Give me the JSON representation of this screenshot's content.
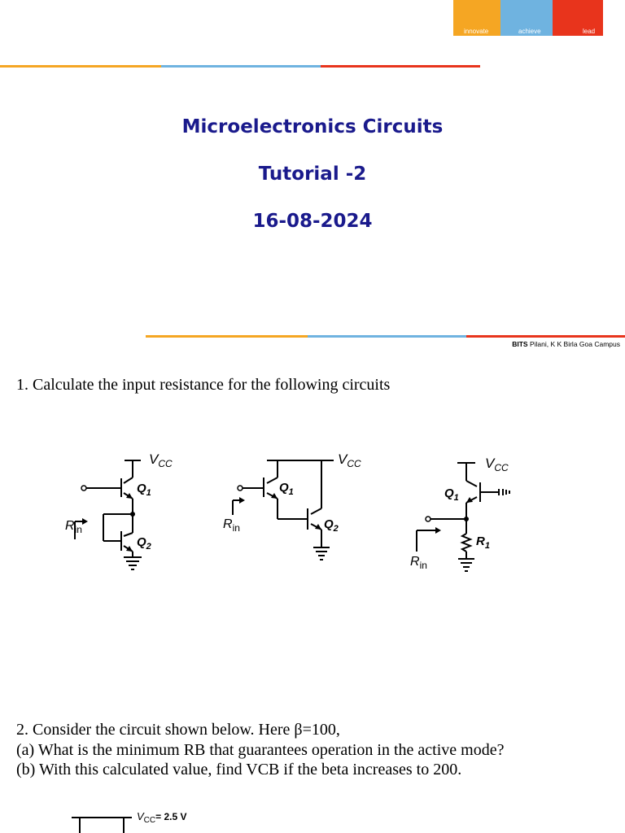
{
  "header": {
    "logo": {
      "segments": [
        {
          "label": "innovate",
          "color": "#f5a623"
        },
        {
          "label": "achieve",
          "color": "#6fb3e0"
        },
        {
          "label": "lead",
          "color": "#e8341c"
        }
      ]
    },
    "rule_colors": [
      "#f5a623",
      "#6fb3e0",
      "#e8341c"
    ]
  },
  "title": {
    "course": "Microelectronics Circuits",
    "tutorial": "Tutorial -2",
    "date": "16-08-2024",
    "color": "#1a1a8c"
  },
  "footer": {
    "campus_bold": "BITS",
    "campus_rest": " Pilani, K K Birla Goa Campus"
  },
  "questions": [
    {
      "text": "1. Calculate the input resistance for the following circuits",
      "circuits": [
        {
          "vcc": "V",
          "vcc_sub": "CC",
          "q1": "Q",
          "q1_sub": "1",
          "q2": "Q",
          "q2_sub": "2",
          "rin": "R",
          "rin_sub": "in"
        },
        {
          "vcc": "V",
          "vcc_sub": "CC",
          "q1": "Q",
          "q1_sub": "1",
          "q2": "Q",
          "q2_sub": "2",
          "rin": "R",
          "rin_sub": "in"
        },
        {
          "vcc": "V",
          "vcc_sub": "CC",
          "q1": "Q",
          "q1_sub": "1",
          "r1": "R",
          "r1_sub": "1",
          "rin": "R",
          "rin_sub": "in"
        }
      ]
    },
    {
      "intro": "2. Consider the circuit shown below. Here β=100,",
      "parts": [
        "(a)  What is the minimum RB that guarantees operation in the active mode?",
        "(b)  With this calculated value, find VCB if the beta increases to 200."
      ],
      "circuit": {
        "vcc": "V",
        "vcc_sub": "CC",
        "vcc_value": "= 2.5 V"
      }
    }
  ]
}
